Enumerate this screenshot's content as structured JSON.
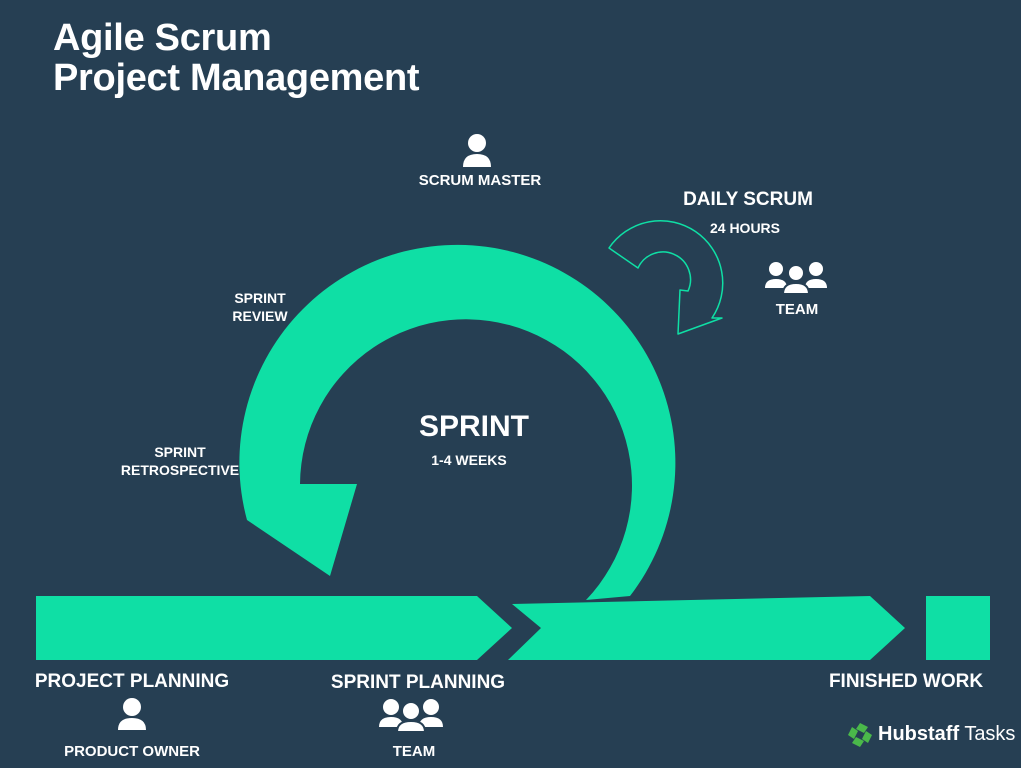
{
  "title": {
    "line1": "Agile Scrum",
    "line2": "Project Management"
  },
  "roles": {
    "scrum_master": "SCRUM MASTER",
    "product_owner": "PRODUCT OWNER",
    "team_planning": "TEAM",
    "team_daily": "TEAM"
  },
  "stages": {
    "project_planning": "PROJECT PLANNING",
    "sprint_planning": "SPRINT PLANNING",
    "finished_work": "FINISHED WORK"
  },
  "sprint": {
    "label": "SPRINT",
    "duration": "1-4 WEEKS"
  },
  "daily_scrum": {
    "label": "DAILY SCRUM",
    "duration": "24 HOURS"
  },
  "sprint_review": {
    "line1": "SPRINT",
    "line2": "REVIEW"
  },
  "sprint_retrospective": {
    "line1": "SPRINT",
    "line2": "RETROSPECTIVE"
  },
  "logo": {
    "brand": "Hubstaff",
    "product": "Tasks"
  },
  "colors": {
    "background": "#263f53",
    "accent": "#0fdfa5",
    "text": "#ffffff",
    "logo_green": "#4ab84a"
  },
  "icons": [
    "person-icon",
    "team-icon",
    "cycle-arrow-icon",
    "hubstaff-logo-icon"
  ]
}
